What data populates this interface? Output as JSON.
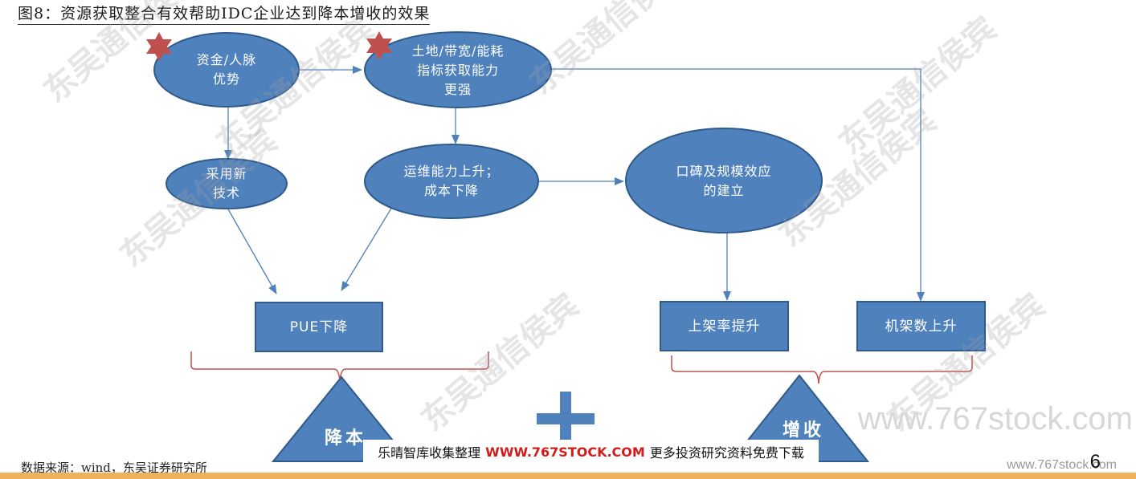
{
  "title": "图8：资源获取整合有效帮助IDC企业达到降本增收的效果",
  "nodes": {
    "capital": "资金/人脉\n优势",
    "land": "土地/带宽/能耗\n指标获取能力\n更强",
    "newtech": "采用新\n技术",
    "ops": "运维能力上升；\n成本下降",
    "reputation": "口碑及规模效应\n的建立",
    "pue": "PUE下降",
    "rackrate": "上架率提升",
    "rackcount": "机架数上升",
    "reduce_cost": "降本",
    "increase_rev": "增收"
  },
  "source": "数据来源：wind，东吴证券研究所",
  "banner": {
    "left": "乐晴智库收集整理",
    "site": "WWW.767STOCK.COM",
    "right": "更多投资研究资料免费下载"
  },
  "page_number": "6",
  "watermark_site": "www.767stock.com",
  "watermark_text": "东吴通信侯宾",
  "colors": {
    "node_fill": "#4f81bd",
    "node_stroke": "#2e5a8c",
    "arrow": "#4f81bd",
    "brace": "#c0504d",
    "star": "#c0504d"
  }
}
